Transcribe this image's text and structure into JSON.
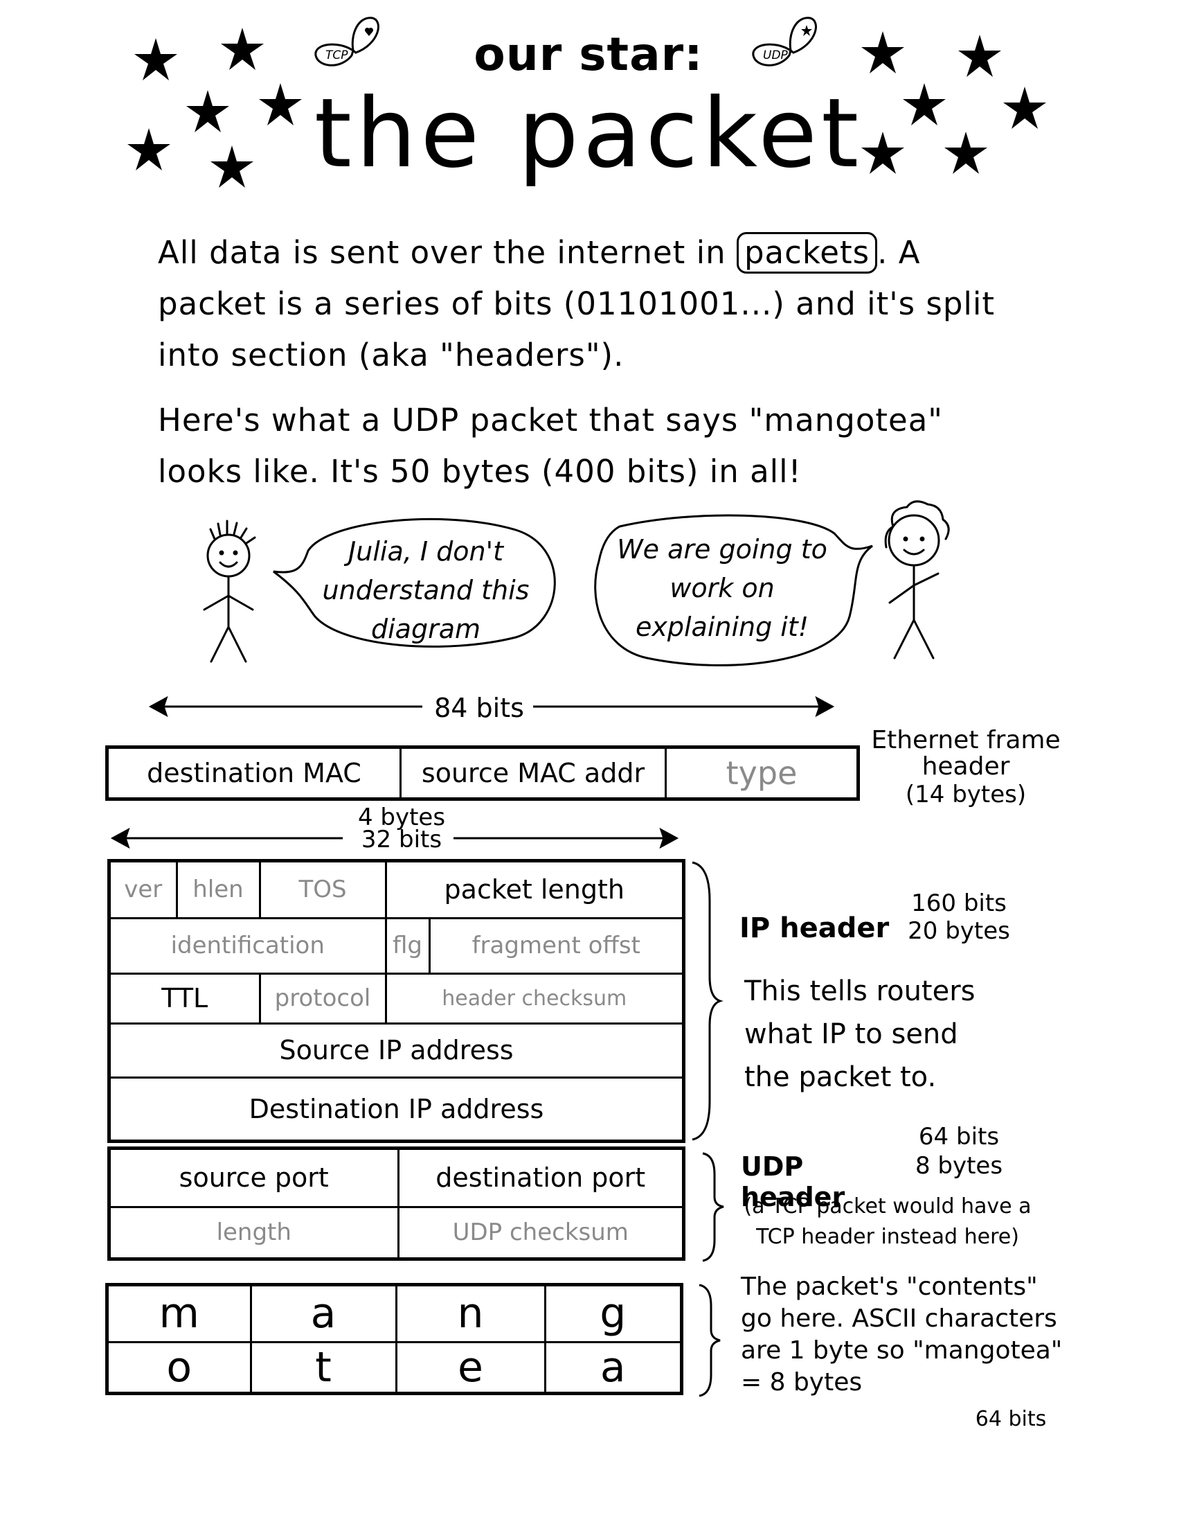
{
  "header": {
    "pre_title": "our star:",
    "title": "the packet",
    "butterfly_left_label": "TCP",
    "butterfly_right_label": "UDP"
  },
  "intro": {
    "p1_before": "All data is sent over the internet in ",
    "p1_highlight": "packets",
    "p1_after": ". A packet is a series of bits (01101001...) and it's split into section (aka \"headers\").",
    "p2": "Here's what a UDP packet that says \"mangotea\" looks like. It's 50 bytes (400 bits) in all!"
  },
  "speech": {
    "left": "Julia, I don't understand this diagram",
    "right": "We are going to work on explaining it!"
  },
  "ethernet": {
    "width_label": "84 bits",
    "fields": [
      "destination MAC",
      "source MAC addr",
      "type"
    ],
    "label": "Ethernet frame header",
    "size": "(14 bytes)"
  },
  "ip": {
    "width_label_top": "4 bytes",
    "width_label_bottom": "32 bits",
    "row1": [
      "ver",
      "hlen",
      "TOS",
      "packet length"
    ],
    "row2": [
      "identification",
      "flg",
      "fragment offst"
    ],
    "row3": [
      "TTL",
      "protocol",
      "header checksum"
    ],
    "row4": "Source IP address",
    "row5": "Destination IP address",
    "size_bits": "160 bits",
    "size_bytes": "20 bytes",
    "label": "IP header",
    "description": "This tells routers what IP to send the packet to."
  },
  "udp": {
    "row1": [
      "source port",
      "destination port"
    ],
    "row2": [
      "length",
      "UDP checksum"
    ],
    "size_bits": "64 bits",
    "size_bytes": "8 bytes",
    "label": "UDP header",
    "note": "(a TCP packet would have a TCP header instead here)"
  },
  "payload": {
    "row1": [
      "m",
      "a",
      "n",
      "g"
    ],
    "row2": [
      "o",
      "t",
      "e",
      "a"
    ],
    "description": "The packet's \"contents\" go here. ASCII characters are 1 byte so \"mangotea\" = 8 bytes",
    "size_bits": "64 bits"
  }
}
